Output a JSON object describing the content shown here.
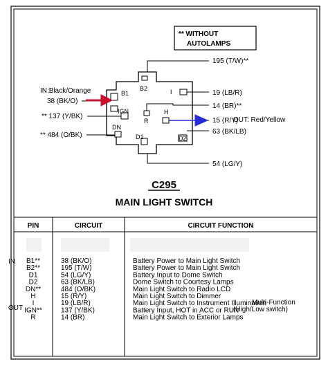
{
  "note": {
    "line1": "** WITHOUT",
    "line2": "AUTOLAMPS"
  },
  "connector": {
    "code": "C295",
    "name": "MAIN LIGHT SWITCH",
    "cavities": {
      "b1": "B1",
      "b2": "B2",
      "i": "I",
      "ign": "IGN",
      "h": "H",
      "r": "R",
      "dn": "DN",
      "d1": "D1",
      "d2": "D2"
    }
  },
  "wires": {
    "w195": "195 (T/W)**",
    "w19": "19 (LB/R)",
    "w14": "14 (BR)**",
    "w15": "15 (R/Y)",
    "w63": "63 (BK/LB)",
    "w54": "54 (LG/Y)",
    "w38": "38 (BK/O)",
    "w137": "** 137 (Y/BK)",
    "w484": "** 484 (O/BK)"
  },
  "annotations": {
    "in_label": "IN:Black/Orange",
    "out_label": "OUT: Red/Yellow",
    "in_row": "IN",
    "out_row": "OUT",
    "multi_line1": "Multi-Function",
    "multi_line2": "(High/Low switch)",
    "in_color": "#c8102e",
    "out_color": "#2b2bd6"
  },
  "table": {
    "headers": [
      "PIN",
      "CIRCUIT",
      "CIRCUIT FUNCTION"
    ],
    "rows": [
      {
        "pin": "B1**",
        "circuit": "38 (BK/O)",
        "function": "Battery Power to Main Light Switch"
      },
      {
        "pin": "B2**",
        "circuit": "195 (T/W)",
        "function": "Battery Power to Main Light Switch"
      },
      {
        "pin": "D1",
        "circuit": "54 (LG/Y)",
        "function": "Battery Input to Dome Switch"
      },
      {
        "pin": "D2",
        "circuit": "63 (BK/LB)",
        "function": "Dome Switch to Courtesy Lamps"
      },
      {
        "pin": "DN**",
        "circuit": "484 (O/BK)",
        "function": "Main Light Switch to Radio LCD"
      },
      {
        "pin": "H",
        "circuit": "15 (R/Y)",
        "function": "Main Light Switch to Dimmer"
      },
      {
        "pin": "I",
        "circuit": "19 (LB/R)",
        "function": "Main Light Switch to Instrument Illumination"
      },
      {
        "pin": "IGN**",
        "circuit": "137 (Y/BK)",
        "function": "Battery Input, HOT in ACC or RUN"
      },
      {
        "pin": "R",
        "circuit": "14 (BR)",
        "function": "Main Light Switch to Exterior Lamps"
      }
    ]
  }
}
